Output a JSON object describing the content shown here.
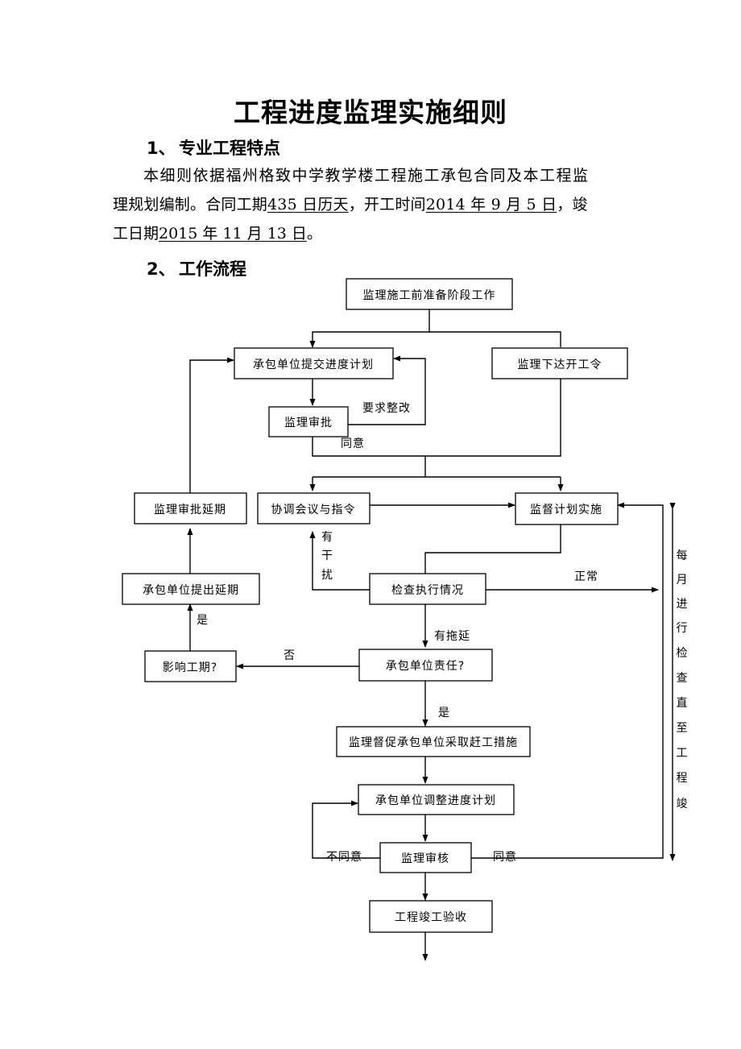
{
  "doc": {
    "title": "工程进度监理实施细则",
    "section1": {
      "num": "1、",
      "title": "专业工程特点"
    },
    "section2": {
      "num": "2、",
      "title": "工作流程"
    },
    "para": {
      "p1": "本细则依据福州格致中学教学楼工程施工承包合同及本工程监",
      "p2a": "理规划编制。合同工期",
      "duration": "435 日历天",
      "p2b": "，开工时间",
      "start": "2014 年 9 月 5 日",
      "p2c": "，竣",
      "p3a": "工日期",
      "end": "2015 年 11 月  13  日",
      "p3b": "。"
    }
  },
  "flow": {
    "prep": "监理施工前准备阶段工作",
    "submit": "承包单位提交进度计划",
    "order": "监理下达开工令",
    "approve": "监理审批",
    "rectify": "要求整改",
    "agree1": "同意",
    "extend_approve": "监理审批延期",
    "coordinate": "协调会议与指令",
    "supervise": "监督计划实施",
    "interfere": [
      "有",
      "干",
      "扰"
    ],
    "extend_apply": "承包单位提出延期",
    "check": "检查执行情况",
    "normal": "正常",
    "yes1": "是",
    "delay": "有拖延",
    "no": "否",
    "impact": "影响工期?",
    "responsible": "承包单位责任?",
    "yes2": "是",
    "urge": "监理督促承包单位采取赶工措施",
    "adjust": "承包单位调整进度计划",
    "disagree": "不同意",
    "review": "监理审核",
    "agree2": "同意",
    "acceptance": "工程竣工验收",
    "monthly": [
      "每",
      "月",
      "进",
      "行",
      "检",
      "查",
      "直",
      "至",
      "工",
      "程",
      "竣"
    ]
  }
}
